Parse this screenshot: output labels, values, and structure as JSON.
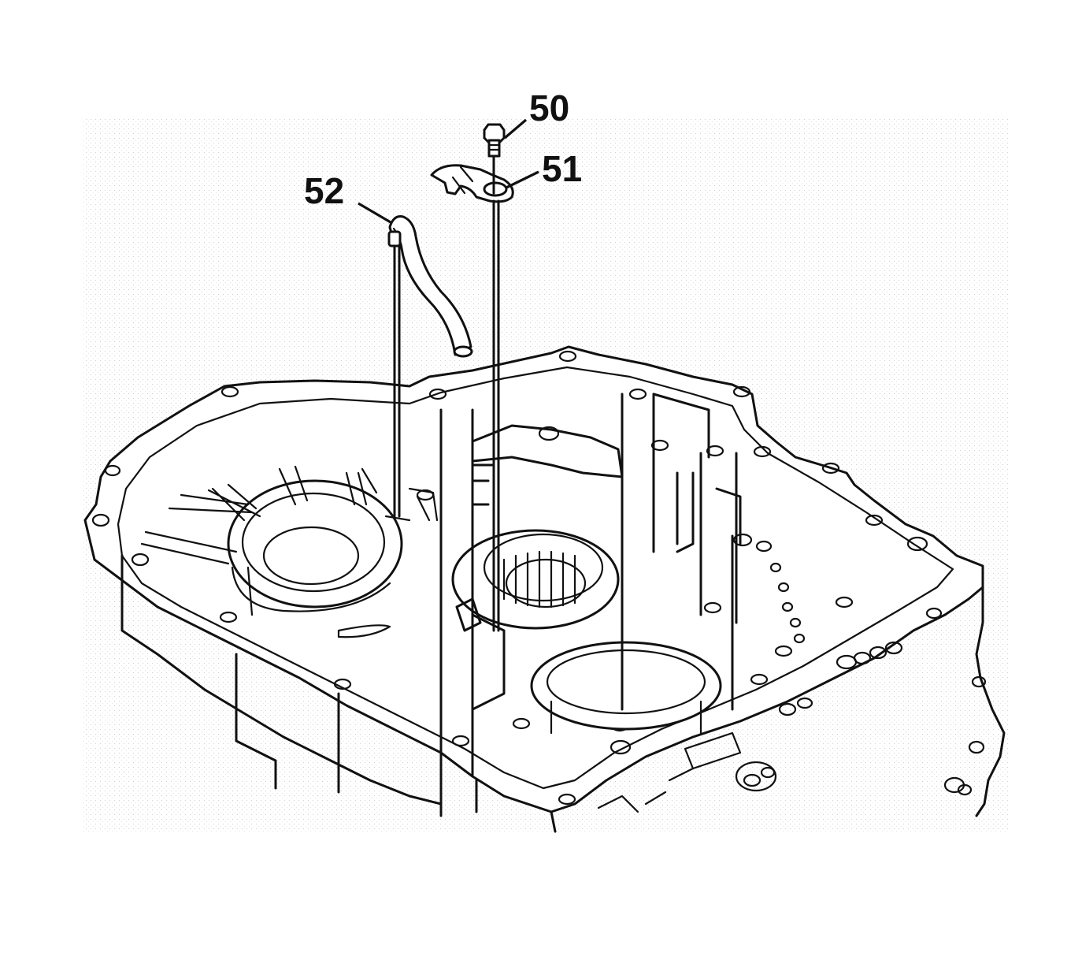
{
  "diagram": {
    "callouts": [
      {
        "id": "50",
        "label": "50"
      },
      {
        "id": "51",
        "label": "51"
      },
      {
        "id": "52",
        "label": "52"
      }
    ],
    "parts": {
      "bolt": "50",
      "bracket": "51",
      "tube": "52"
    },
    "colors": {
      "line": "#111111",
      "background": "#ffffff",
      "stipple": "#d9d9d9"
    }
  }
}
